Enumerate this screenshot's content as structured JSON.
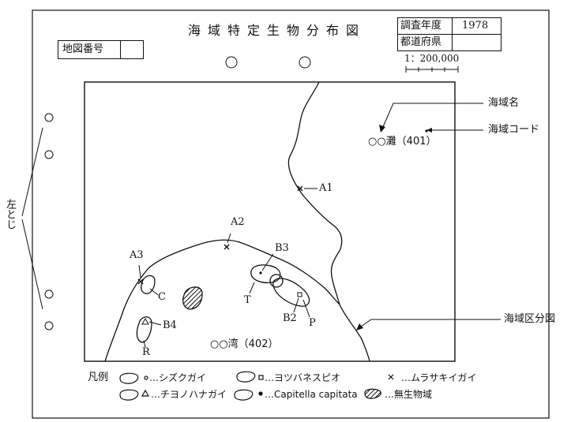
{
  "title": "海域特定生物分布図",
  "map_number": {
    "label": "地図番号",
    "value": ""
  },
  "survey": {
    "year_label": "調査年度",
    "year_value": "1978",
    "prefecture_label": "都道府県",
    "prefecture_value": ""
  },
  "scale_text": "1：200,000",
  "binding_label": "左とじ",
  "annotations": {
    "sea_name": "海域名",
    "sea_code": "海域コード",
    "sea_division": "海域区分図"
  },
  "areas": {
    "nada": "○○灘（401）",
    "wan": "○○湾（402）"
  },
  "points": [
    "A1",
    "A2",
    "A3",
    "B3",
    "B2",
    "B4",
    "C",
    "T",
    "P",
    "R"
  ],
  "legend": {
    "title": "凡例",
    "items": [
      {
        "symbol": "small-circle",
        "text": "…シズクガイ"
      },
      {
        "symbol": "square",
        "text": "…ヨツバネスピオ"
      },
      {
        "symbol": "cross",
        "text": "…ムラサキイガイ"
      },
      {
        "symbol": "triangle",
        "text": "…チヨノハナガイ"
      },
      {
        "symbol": "dot",
        "text": "…Capitella capitata"
      },
      {
        "symbol": "hatched",
        "text": "…無生物域"
      }
    ]
  }
}
